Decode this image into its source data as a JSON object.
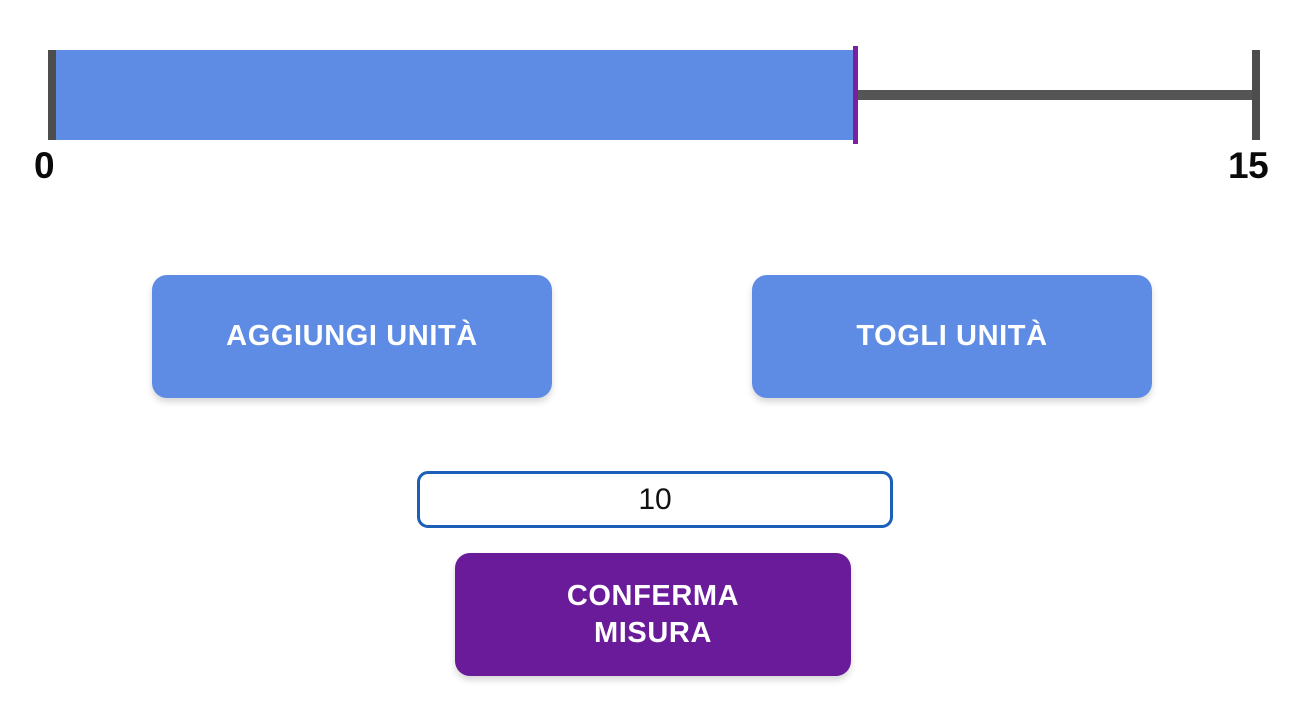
{
  "measure": {
    "min_label": "0",
    "max_label": "15",
    "min_value": 0,
    "max_value": 15,
    "current_value": 10,
    "fill_color": "#5e8ce4",
    "track_color": "#555555",
    "marker_color": "#7b1fa2"
  },
  "buttons": {
    "add_unit": "AGGIUNGI UNITÀ",
    "remove_unit": "TOGLI UNITÀ",
    "confirm_line1": "CONFERMA",
    "confirm_line2": "MISURA",
    "blue_color": "#5e8ce4",
    "purple_color": "#6a1b9a"
  },
  "input": {
    "value": "10",
    "placeholder": "",
    "border_color": "#1b5fb9"
  }
}
